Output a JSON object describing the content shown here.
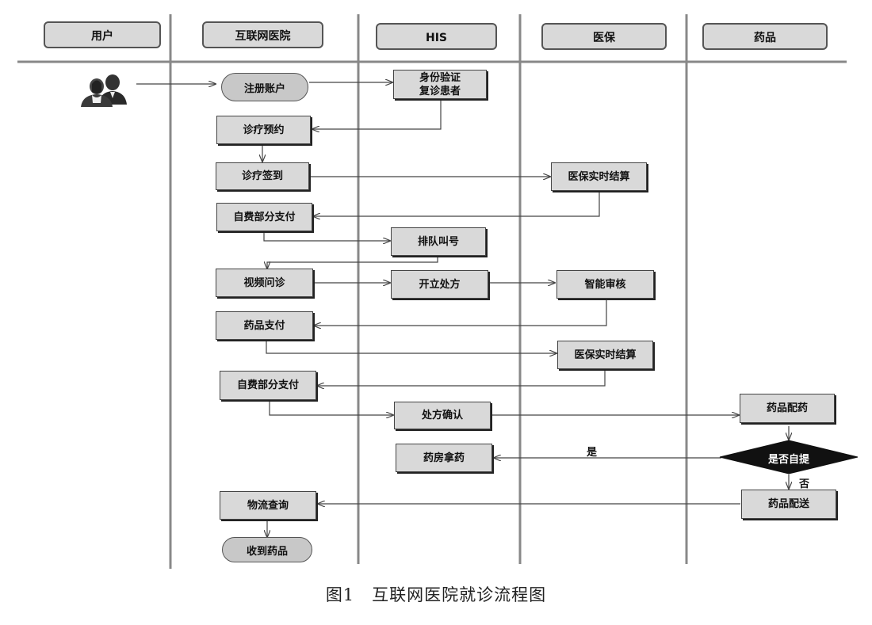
{
  "lanes": {
    "user": "用户",
    "hospital": "互联网医院",
    "his": "HIS",
    "insurance": "医保",
    "drugs": "药品"
  },
  "nodes": {
    "register": "注册账户",
    "verify_line1": "身份验证",
    "verify_line2": "复诊患者",
    "appointment": "诊疗预约",
    "checkin": "诊疗签到",
    "insurance_settle_1": "医保实时结算",
    "self_pay_1": "自费部分支付",
    "queue": "排队叫号",
    "video_consult": "视频问诊",
    "prescribe": "开立处方",
    "smart_review": "智能审核",
    "drug_payment": "药品支付",
    "insurance_settle_2": "医保实时结算",
    "self_pay_2": "自费部分支付",
    "rx_confirm": "处方确认",
    "dispense": "药品配药",
    "pharmacy_pickup": "药房拿药",
    "self_pickup_q": "是否自提",
    "delivery": "药品配送",
    "logistics_query": "物流查询",
    "received": "收到药品"
  },
  "edge_labels": {
    "yes": "是",
    "no": "否"
  },
  "icons": {
    "user": "users-icon"
  },
  "caption": "图1　互联网医院就诊流程图"
}
